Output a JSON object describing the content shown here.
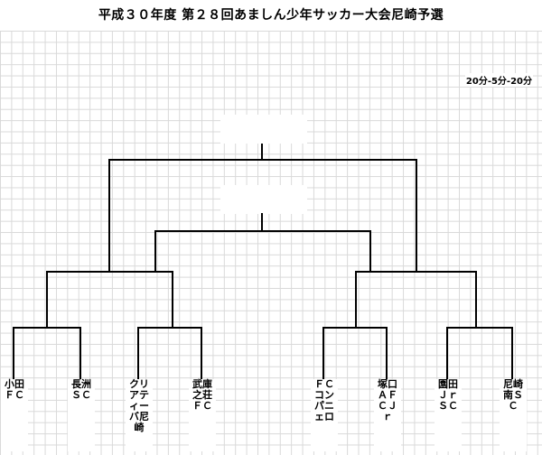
{
  "header": {
    "title": "平成３０年度 第２８回あましん少年サッカー大会尼崎予選"
  },
  "format_note": "20分-5分-20分",
  "teams": [
    {
      "name": "小田\nＦＣ"
    },
    {
      "name": "長洲\nＳＣ"
    },
    {
      "name": "クリ\nアテ\nィー\nバ尼\n崎"
    },
    {
      "name": "武庫\n之荘\nＦＣ"
    },
    {
      "name": "ＦＣ\nコン\nパニ\nェロ"
    },
    {
      "name": "塚口\nＡＦ\nＣＪ\nｒ"
    },
    {
      "name": "園田\nＪｒ\nＳＣ"
    },
    {
      "name": "尼崎\n南Ｓ\nＣ"
    }
  ]
}
